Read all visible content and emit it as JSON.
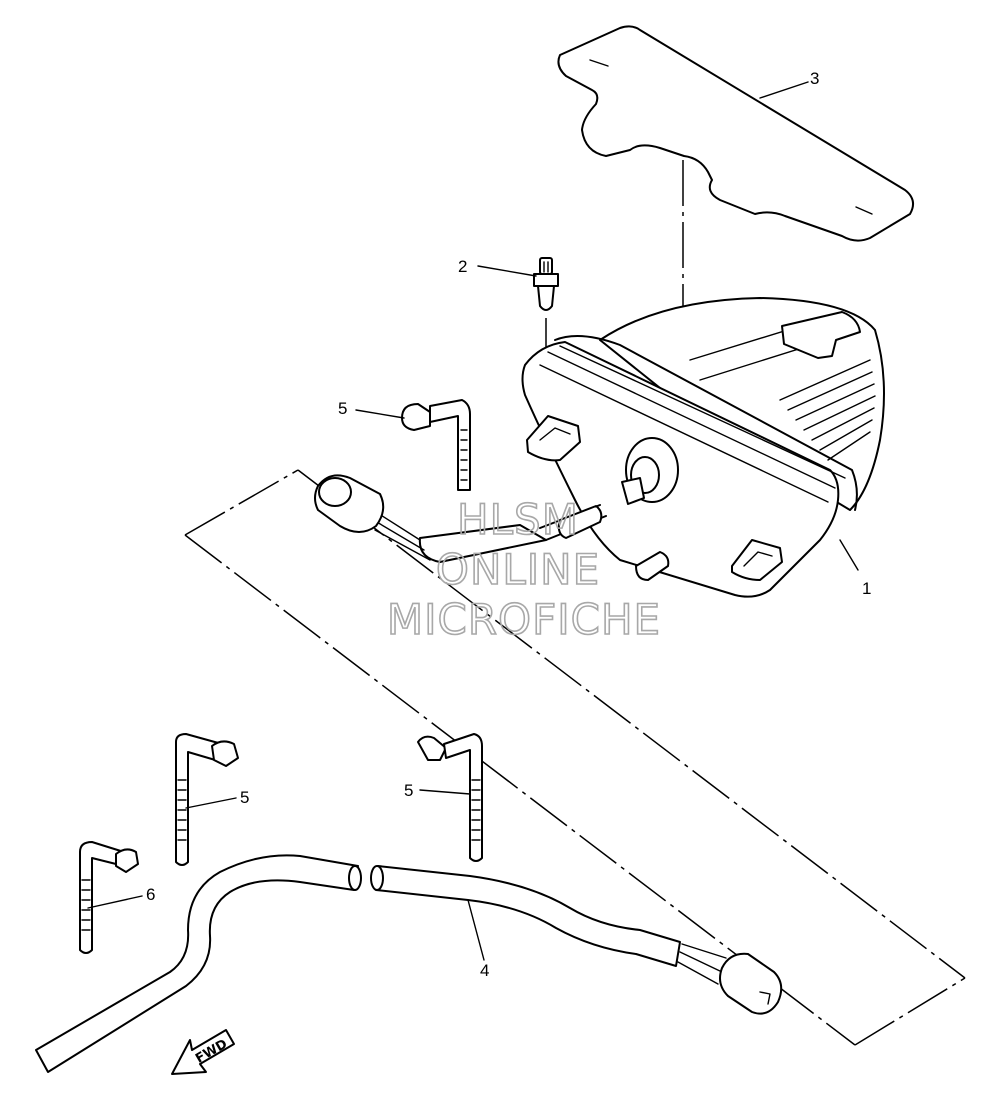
{
  "diagram": {
    "callouts": [
      {
        "id": "callout-1",
        "number": "1"
      },
      {
        "id": "callout-2",
        "number": "2"
      },
      {
        "id": "callout-3",
        "number": "3"
      },
      {
        "id": "callout-4",
        "number": "4"
      },
      {
        "id": "callout-5a",
        "number": "5"
      },
      {
        "id": "callout-5b",
        "number": "5"
      },
      {
        "id": "callout-5c",
        "number": "5"
      },
      {
        "id": "callout-6",
        "number": "6"
      }
    ],
    "watermark": [
      "HLSM",
      "ONLINE",
      "MICROFICHE"
    ],
    "direction_label": "FWD"
  }
}
